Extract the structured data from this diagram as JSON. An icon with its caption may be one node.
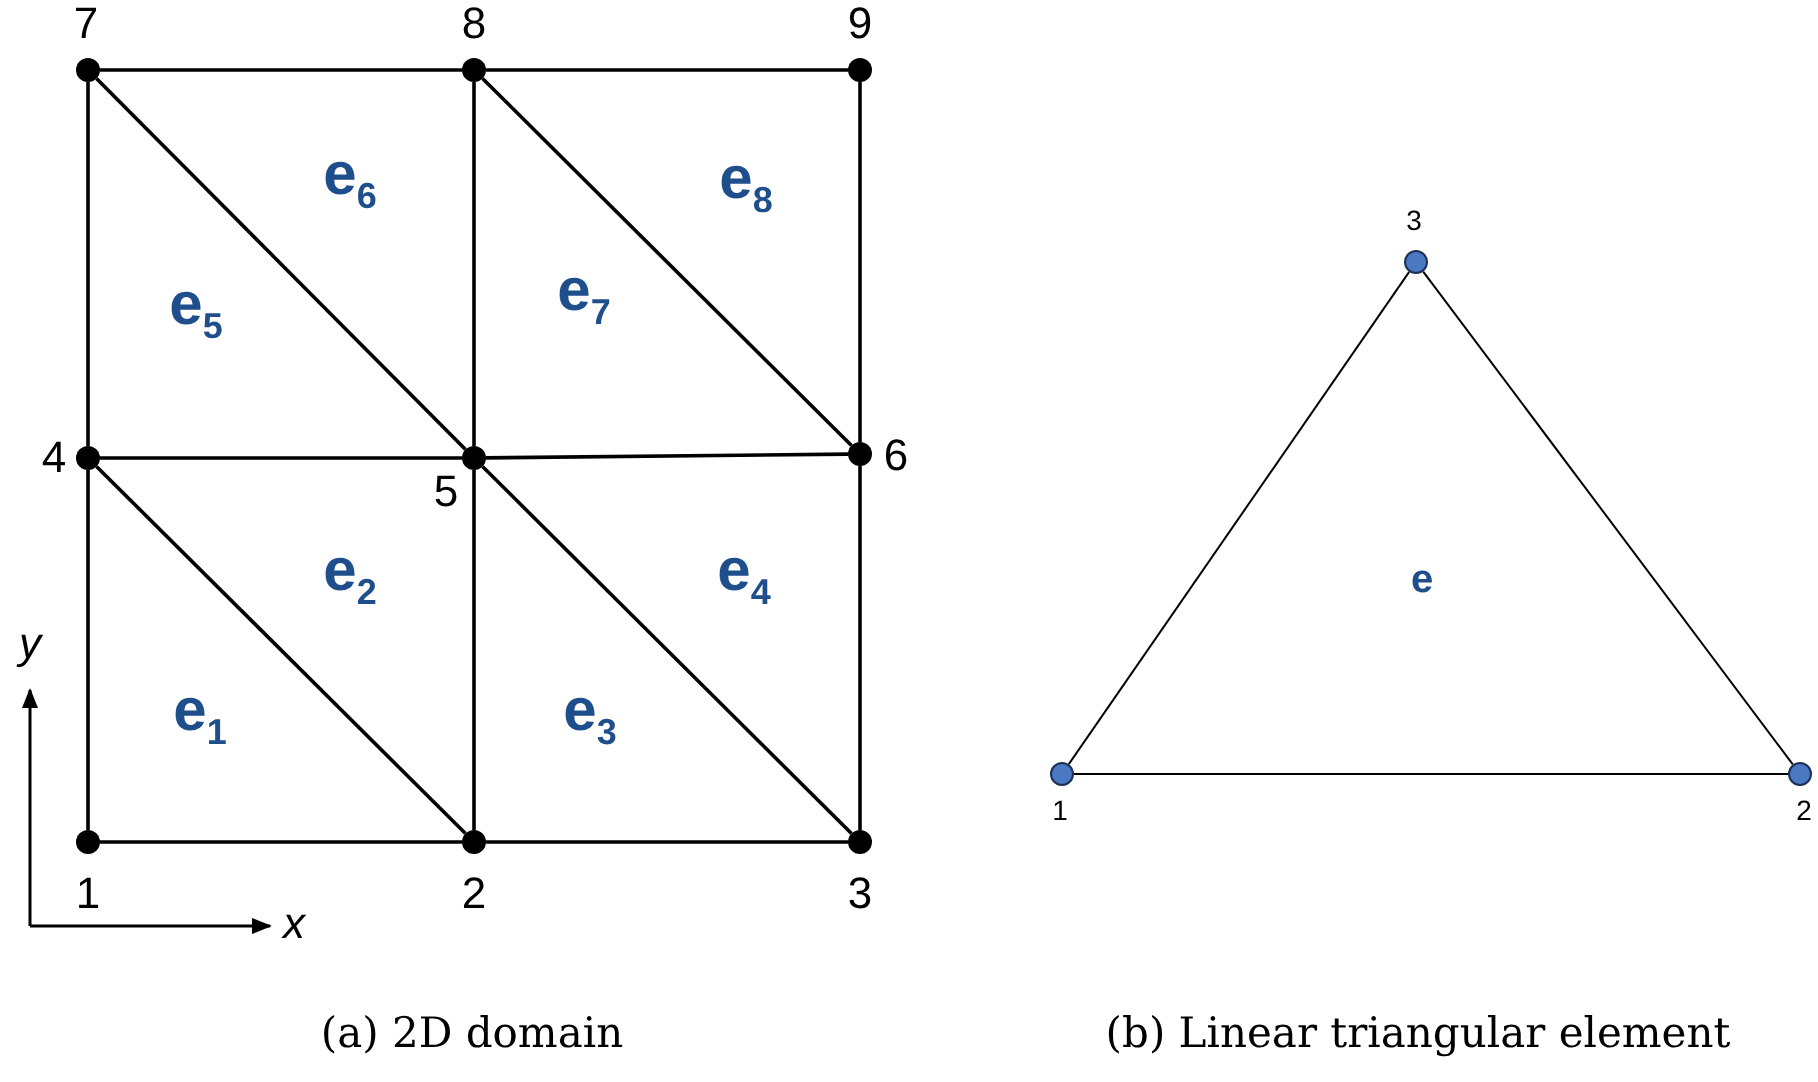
{
  "diagram": {
    "nodes": [
      {
        "text": [],
        "shape": "circle",
        "beside": [
          "1"
        ]
      },
      {
        "text": [],
        "shape": "circle",
        "beside": [
          "2"
        ]
      },
      {
        "text": [],
        "shape": "circle",
        "beside": [
          "3"
        ]
      },
      {
        "text": [],
        "shape": "circle",
        "beside": [
          "4"
        ]
      },
      {
        "text": [],
        "shape": "circle",
        "beside": [
          "5"
        ]
      },
      {
        "text": [],
        "shape": "circle",
        "beside": [
          "6"
        ]
      },
      {
        "text": [],
        "shape": "circle",
        "beside": [
          "7"
        ]
      },
      {
        "text": [],
        "shape": "circle",
        "beside": [
          "8"
        ]
      },
      {
        "text": [],
        "shape": "circle",
        "beside": [
          "9"
        ]
      },
      {
        "text": [],
        "shape": "circle",
        "beside": [
          "1"
        ]
      },
      {
        "text": [],
        "shape": "circle",
        "beside": [
          "2"
        ]
      },
      {
        "text": [],
        "shape": "circle",
        "beside": [
          "3"
        ]
      }
    ],
    "edges": [
      {
        "from": 0,
        "to": 1,
        "arrow": "none"
      },
      {
        "from": 1,
        "to": 2,
        "arrow": "none"
      },
      {
        "from": 3,
        "to": 4,
        "arrow": "none"
      },
      {
        "from": 4,
        "to": 5,
        "arrow": "none"
      },
      {
        "from": 6,
        "to": 7,
        "arrow": "none"
      },
      {
        "from": 7,
        "to": 8,
        "arrow": "none"
      },
      {
        "from": 0,
        "to": 3,
        "arrow": "none"
      },
      {
        "from": 3,
        "to": 6,
        "arrow": "none"
      },
      {
        "from": 1,
        "to": 4,
        "arrow": "none"
      },
      {
        "from": 4,
        "to": 7,
        "arrow": "none"
      },
      {
        "from": 2,
        "to": 5,
        "arrow": "none"
      },
      {
        "from": 5,
        "to": 8,
        "arrow": "none"
      },
      {
        "from": 3,
        "to": 1,
        "arrow": "none"
      },
      {
        "from": 4,
        "to": 2,
        "arrow": "none"
      },
      {
        "from": 6,
        "to": 4,
        "arrow": "none"
      },
      {
        "from": 7,
        "to": 5,
        "arrow": "none"
      },
      {
        "from": 9,
        "to": 10,
        "arrow": "none"
      },
      {
        "from": 10,
        "to": 11,
        "arrow": "none"
      },
      {
        "from": 11,
        "to": 9,
        "arrow": "none"
      }
    ],
    "labels": [
      "e$_{6}$",
      "e$_{8}$",
      "e$_{5}$",
      "e$_{7}$",
      "e$_{2}$",
      "e$_{4}$",
      "e",
      "y",
      "e$_{1}$",
      "e$_{3}$",
      "x",
      "(a) 2D domain",
      "(b) Linear triangular element"
    ]
  }
}
